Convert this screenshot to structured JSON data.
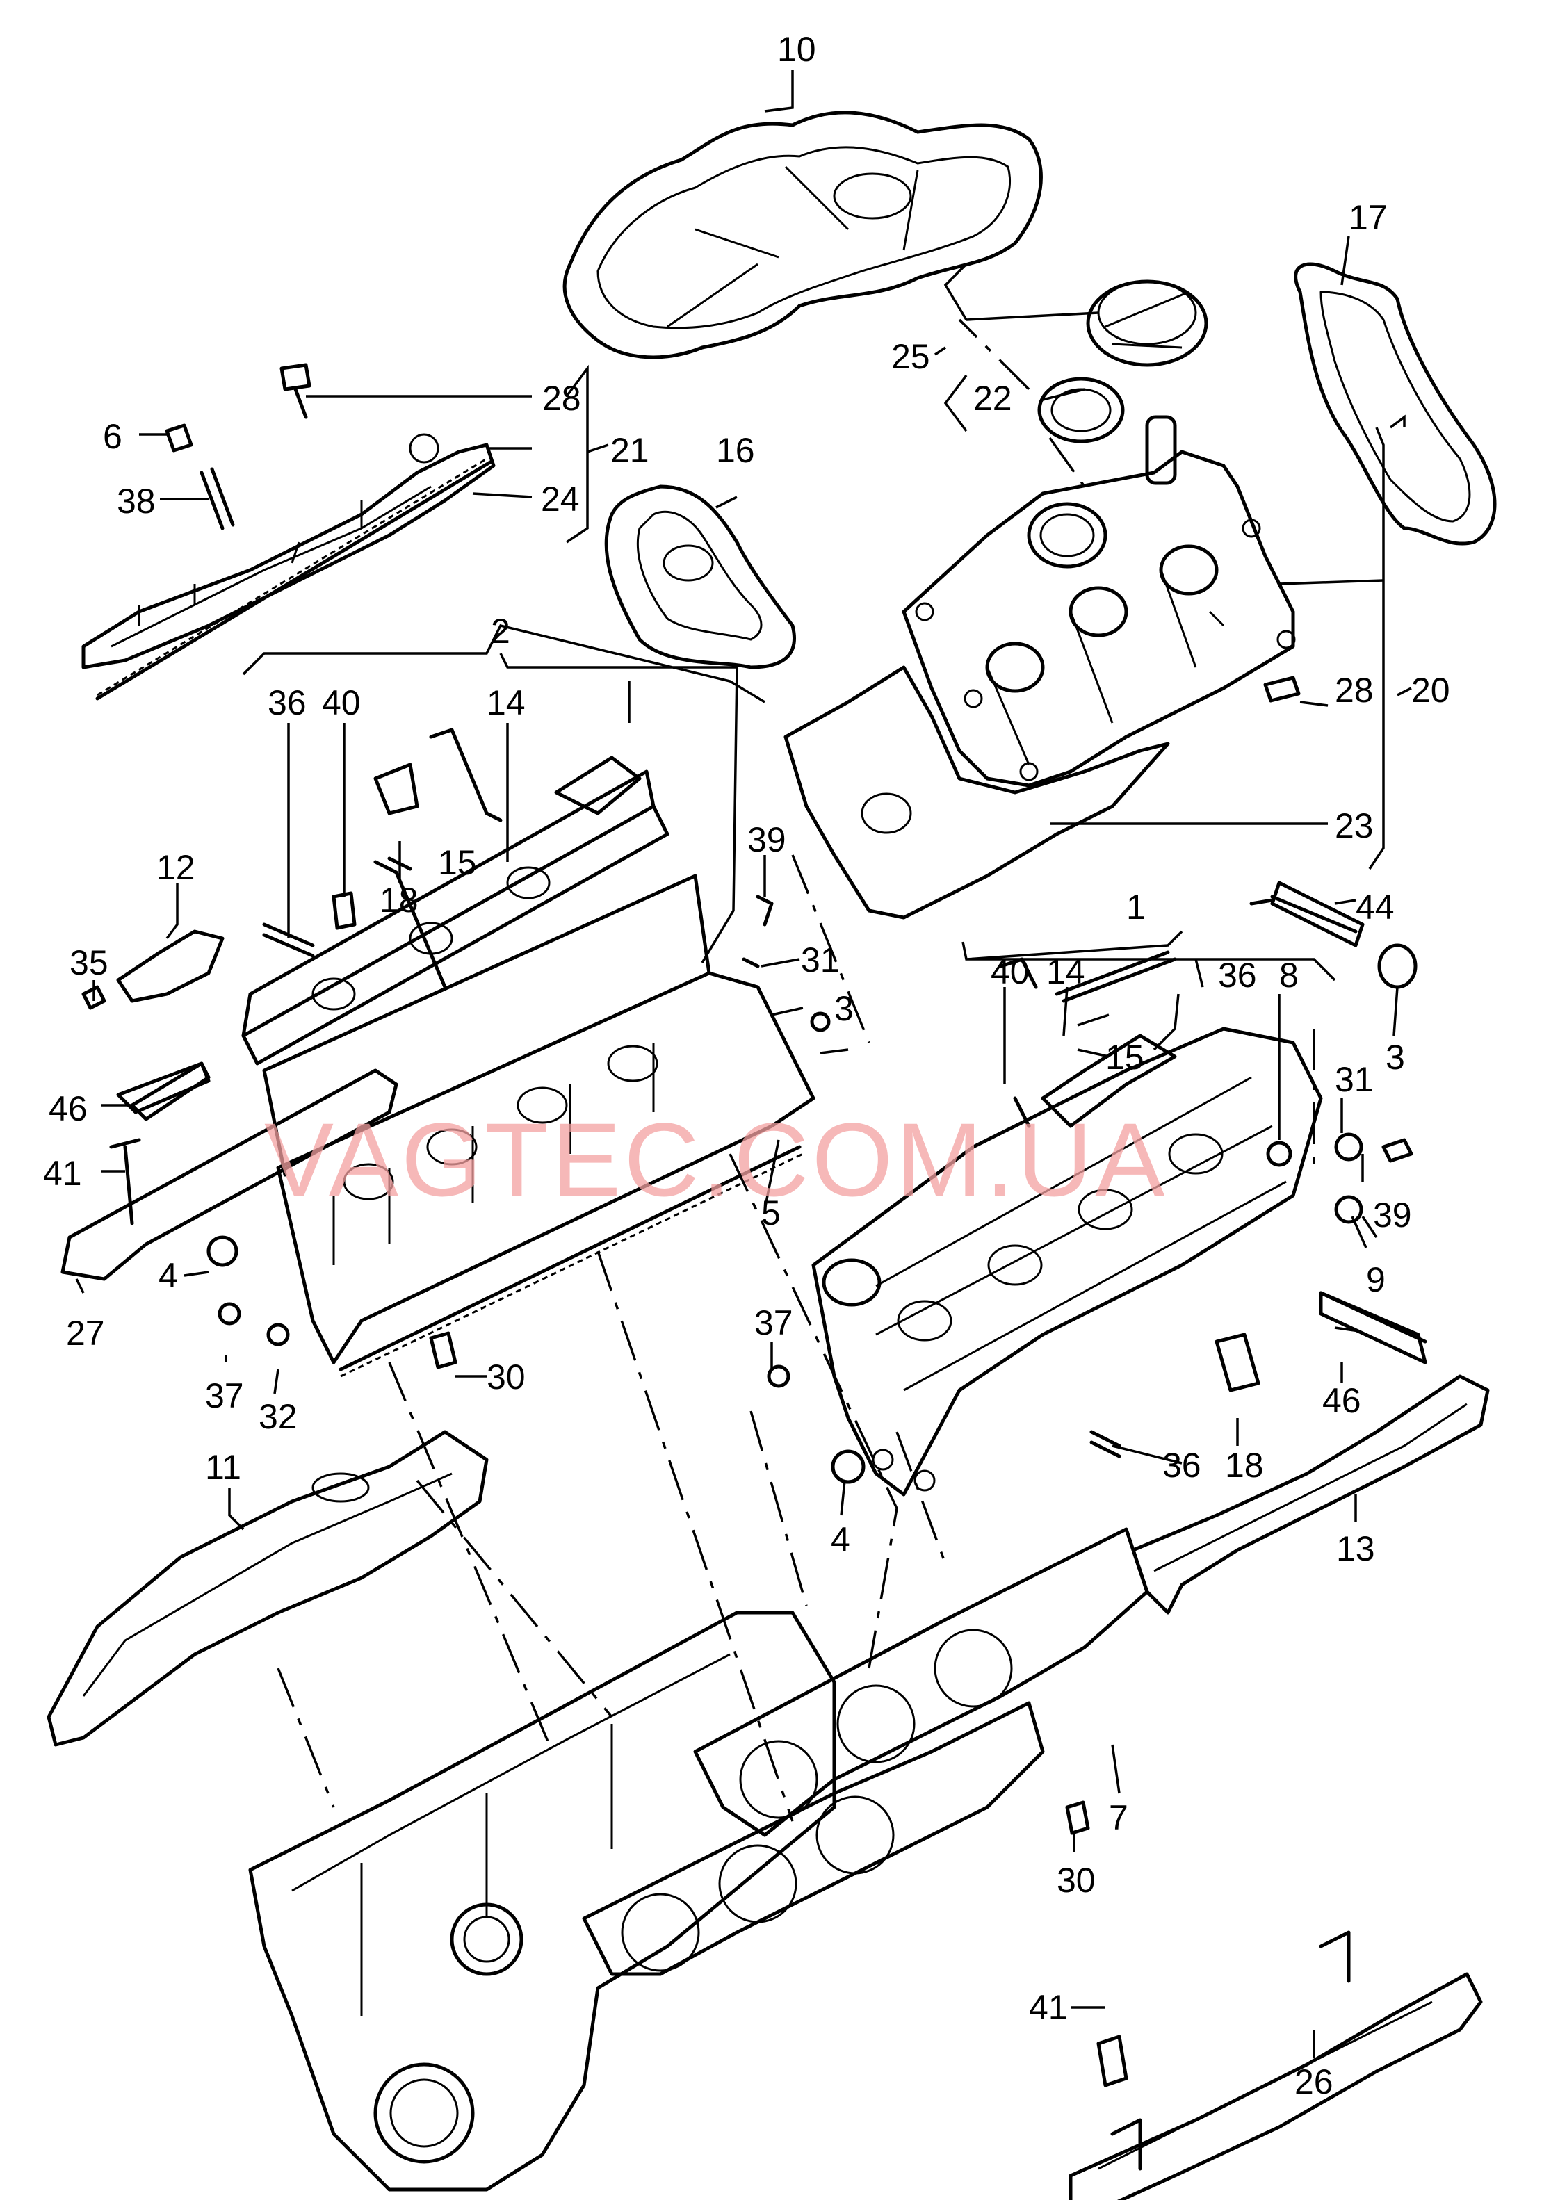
{
  "watermark": "VAGTEC.COM.UA",
  "colors": {
    "line": "#000000",
    "background": "#ffffff",
    "watermark": "#f3a0a0"
  },
  "callouts": {
    "c1": "1",
    "c2": "2",
    "c3a": "3",
    "c3b": "3",
    "c4a": "4",
    "c4b": "4",
    "c5": "5",
    "c6": "6",
    "c7": "7",
    "c8": "8",
    "c9": "9",
    "c10": "10",
    "c11": "11",
    "c12": "12",
    "c13": "13",
    "c14a": "14",
    "c14b": "14",
    "c15a": "15",
    "c15b": "15",
    "c16": "16",
    "c17": "17",
    "c18a": "18",
    "c18b": "18",
    "c20": "20",
    "c21": "21",
    "c22": "22",
    "c23": "23",
    "c24": "24",
    "c25": "25",
    "c26": "26",
    "c27": "27",
    "c28a": "28",
    "c28b": "28",
    "c30a": "30",
    "c30b": "30",
    "c31a": "31",
    "c31b": "31",
    "c32": "32",
    "c35": "35",
    "c36a": "36",
    "c36b": "36",
    "c36c": "36",
    "c37a": "37",
    "c37b": "37",
    "c38": "38",
    "c39a": "39",
    "c39b": "39",
    "c40a": "40",
    "c40b": "40",
    "c41a": "41",
    "c41b": "41",
    "c44": "44",
    "c46a": "46",
    "c46b": "46"
  }
}
